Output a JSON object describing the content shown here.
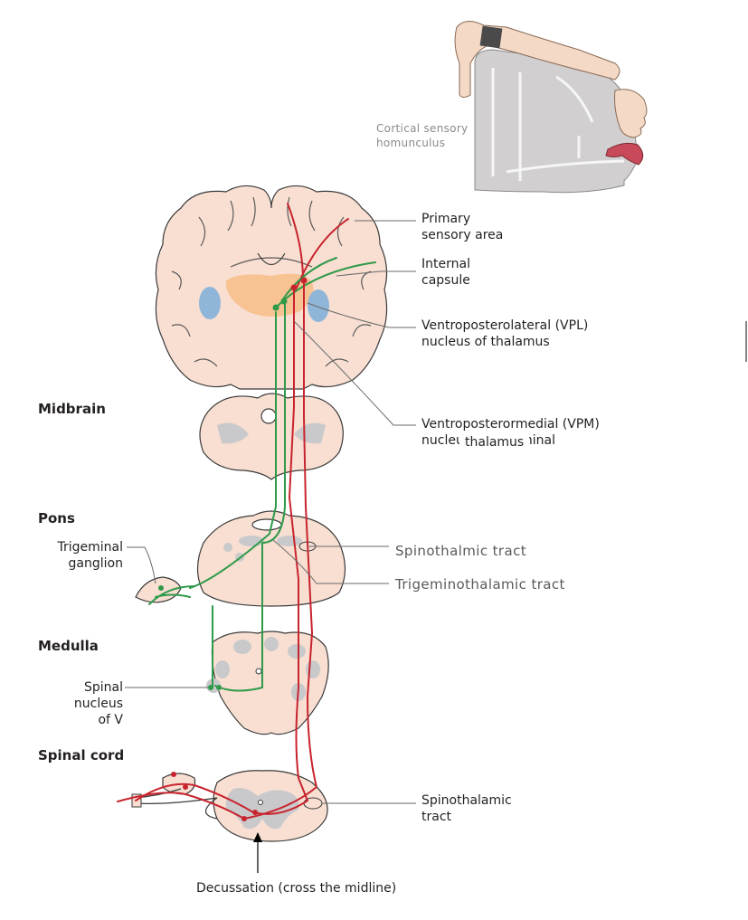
{
  "homunculus": {
    "label_line1": "Cortical sensory",
    "label_line2": "homunculus"
  },
  "levels": {
    "midbrain": "Midbrain",
    "pons": "Pons",
    "medulla": "Medulla",
    "spinal_cord": "Spinal  cord"
  },
  "labels": {
    "primary_sensory_1": "Primary",
    "primary_sensory_2": "sensory area",
    "internal_capsule_1": "Internal",
    "internal_capsule_2": "capsule",
    "vpl_1": "Ventroposterolateral (VPL)",
    "vpl_2": "nucleus of thalamus",
    "vpm_1": "Ventroposterormedial (VPM)",
    "vpm_2": "nucleus of trigeminal",
    "vpm_overlay": "thalamus",
    "trigeminal_ganglion_1": "Trigeminal",
    "trigeminal_ganglion_2": "ganglion",
    "spinothalamic_pons": "Spinothalmic tract",
    "trigeminothalamic": "Trigeminothalamic tract",
    "spinal_nucleus_1": "Spinal",
    "spinal_nucleus_2": "nucleus",
    "spinal_nucleus_3": "of V",
    "spinothalamic_cord_1": "Spinothalamic",
    "spinothalamic_cord_2": "tract",
    "decussation": "Decussation (cross the midline)"
  },
  "colors": {
    "tissue": "#f8dfd2",
    "tissue_stroke": "#3a3a3a",
    "gray_matter": "#c9c9cb",
    "thalamus": "#f7c08c",
    "ventricle": "#8fb6d8",
    "pathway_red": "#c8242e",
    "pathway_green": "#2e9a4a",
    "cortex_gray": "#d2cfd0",
    "leader": "#6a6a6a"
  }
}
